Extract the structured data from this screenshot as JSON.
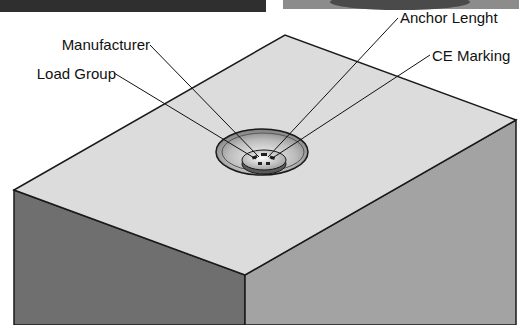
{
  "diagram": {
    "labels": [
      "Anchor Lenght",
      "Manufacturer",
      "CE Marking",
      "Load Group"
    ]
  }
}
